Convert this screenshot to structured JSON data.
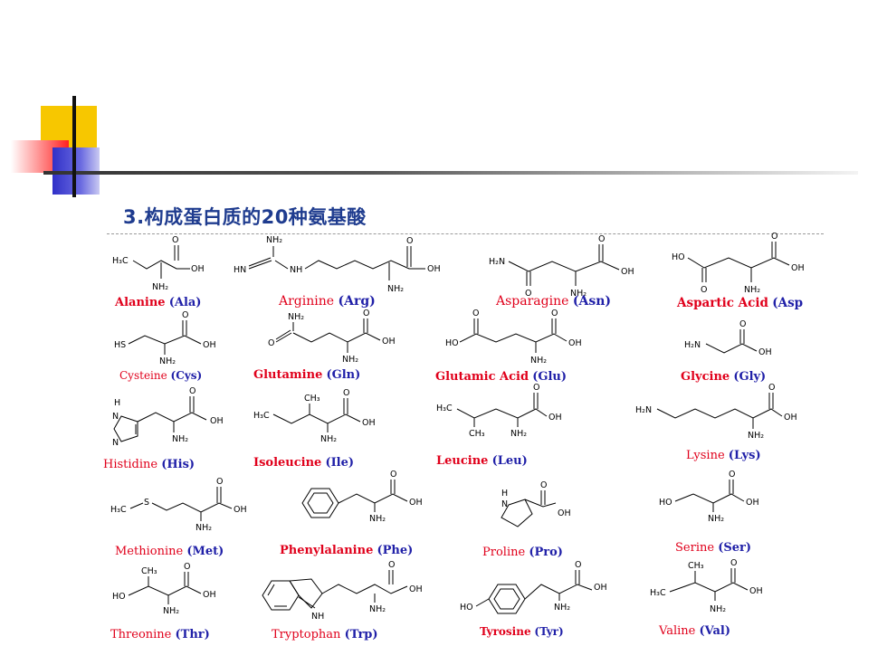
{
  "slide": {
    "title": "3.构成蛋白质的20种氨基酸",
    "colors": {
      "accent_yellow": "#f7c700",
      "accent_red": "#ff2020",
      "accent_blue": "#3030c8",
      "title": "#1f3c8f",
      "name_red": "#e0001b",
      "abbr_blue": "#2020a8"
    }
  },
  "amino_acids": [
    {
      "name": "Alanine",
      "abbr": "(Ala)"
    },
    {
      "name": "Arginine",
      "abbr": "(Arg)"
    },
    {
      "name": "Asparagine",
      "abbr": "(Asn)"
    },
    {
      "name": "Aspartic Acid",
      "abbr": "(Asp"
    },
    {
      "name": "Cysteine",
      "abbr": "(Cys)"
    },
    {
      "name": "Glutamine",
      "abbr": "(Gln)"
    },
    {
      "name": "Glutamic Acid",
      "abbr": "(Glu)"
    },
    {
      "name": "Glycine",
      "abbr": "(Gly)"
    },
    {
      "name": "Histidine",
      "abbr": "(His)"
    },
    {
      "name": "Isoleucine",
      "abbr": "(Ile)"
    },
    {
      "name": "Leucine",
      "abbr": "(Leu)"
    },
    {
      "name": "Lysine",
      "abbr": "(Lys)"
    },
    {
      "name": "Methionine",
      "abbr": "(Met)"
    },
    {
      "name": "Phenylalanine",
      "abbr": "(Phe)"
    },
    {
      "name": "Proline",
      "abbr": "(Pro)"
    },
    {
      "name": "Serine",
      "abbr": "(Ser)"
    },
    {
      "name": "Threonine",
      "abbr": "(Thr)"
    },
    {
      "name": "Tryptophan",
      "abbr": "(Trp)"
    },
    {
      "name": "Tyrosine",
      "abbr": "(Tyr)"
    },
    {
      "name": "Valine",
      "abbr": "(Val)"
    }
  ],
  "atoms": {
    "o": "O",
    "oh": "OH",
    "ho": "HO",
    "nh2": "NH₂",
    "h2n": "H₂N",
    "h3c": "H₃C",
    "ch3": "CH₃",
    "hn": "HN",
    "nh": "NH",
    "n": "N",
    "h": "H",
    "hs": "HS",
    "s": "S"
  }
}
